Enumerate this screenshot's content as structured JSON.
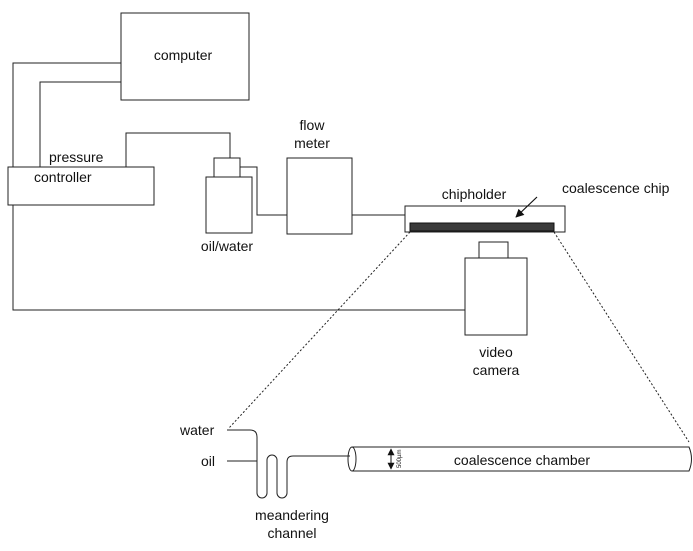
{
  "labels": {
    "computer": "computer",
    "pressure_controller_line1": "pressure",
    "pressure_controller_line2": "controller",
    "flow_meter_line1": "flow",
    "flow_meter_line2": "meter",
    "oil_water": "oil/water",
    "chipholder": "chipholder",
    "coalescence_chip": "coalescence chip",
    "video_camera_line1": "video",
    "video_camera_line2": "camera",
    "water": "water",
    "oil": "oil",
    "meandering_channel_line1": "meandering",
    "meandering_channel_line2": "channel",
    "coalescence_chamber": "coalescence chamber",
    "chamber_width": "500µm"
  },
  "colors": {
    "line": "#222222",
    "chip_fill": "#3a3a3a",
    "background": "#ffffff"
  }
}
